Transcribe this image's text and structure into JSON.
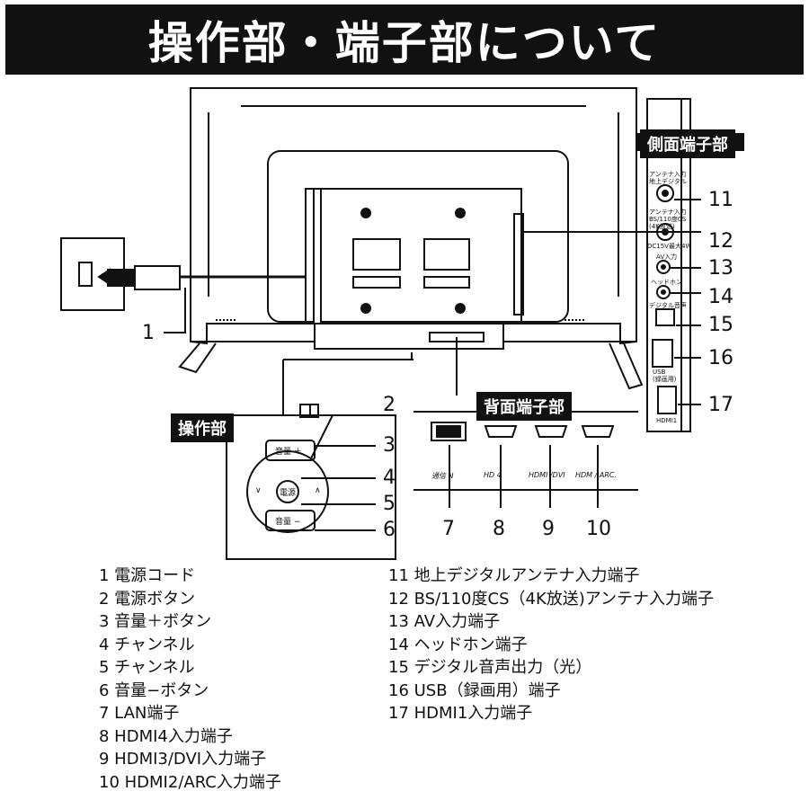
{
  "title": "操作部・端子部について",
  "tags": {
    "side_terminals": "側面端子部",
    "rear_terminals": "背面端子部",
    "control_panel": "操作部"
  },
  "callouts": [
    "1",
    "2",
    "3",
    "4",
    "5",
    "6",
    "7",
    "8",
    "9",
    "10",
    "11",
    "12",
    "13",
    "14",
    "15",
    "16",
    "17"
  ],
  "rear_jack_labels": [
    "通信 N",
    "HD  4",
    "HDMI  /DVI",
    "HDM  / ARC."
  ],
  "control_button_labels": {
    "vol_up": "音量 ＋",
    "power": "電源",
    "vol_down": "音量 −",
    "ch_down": "∨",
    "ch_up": "∧"
  },
  "side_labels": {
    "antenna_terrestrial": "アンテナ入力\n地上デジタル",
    "antenna_bs": "アンテナ入力\nBS/110度CS\n(4K放送)",
    "dc_out": "DC15V最大4W",
    "av_in": "AV入力",
    "headphone": "ヘッドホン",
    "optical": "デジタル音声",
    "usb": "USB\n(録画用)",
    "hdmi1": "HDMI1"
  },
  "legend_left": [
    "1 電源コード",
    "2 電源ボタン",
    "3 音量＋ボタン",
    "4 チャンネル",
    "5 チャンネル",
    "6 音量−ボタン",
    "7 LAN端子",
    "8 HDMI4入力端子",
    "9 HDMI3/DVI入力端子",
    "10 HDMI2/ARC入力端子"
  ],
  "legend_right": [
    "11 地上デジタルアンテナ入力端子",
    "12 BS/110度CS（4K放送)アンテナ入力端子",
    "13 AV入力端子",
    "14 ヘッドホン端子",
    "15 デジタル音声出力（光）",
    "16 USB（録画用）端子",
    "17 HDMI1入力端子"
  ]
}
